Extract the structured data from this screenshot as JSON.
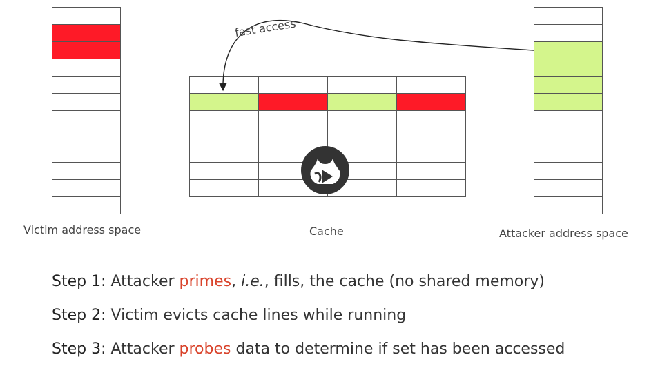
{
  "diagram": {
    "victim": {
      "caption": "Victim address space",
      "rows": 12,
      "evicted_rows": [
        1,
        2
      ]
    },
    "cache": {
      "caption": "Cache",
      "cols": 4,
      "rows": 7,
      "highlight_row": 1,
      "highlight_colors": [
        "green",
        "red",
        "green",
        "red"
      ]
    },
    "attacker": {
      "caption": "Attacker address space",
      "rows": 12,
      "primed_rows": [
        2,
        3,
        4,
        5
      ]
    },
    "arrow_label": "fast access",
    "colors": {
      "red": "#fe1a27",
      "green": "#d4f58c",
      "border": "#555555",
      "highlight_text": "#d9432b"
    },
    "play_icon": "video-play-icon"
  },
  "steps": [
    {
      "label": "Step 1:",
      "pre": "Attacker",
      "hl": "primes",
      "mid": ",",
      "it": "i.e.",
      "post": ", fills, the cache (no shared memory)"
    },
    {
      "label": "Step 2:",
      "pre": "Victim evicts cache lines while running",
      "hl": "",
      "mid": "",
      "it": "",
      "post": ""
    },
    {
      "label": "Step 3:",
      "pre": "Attacker",
      "hl": "probes",
      "mid": "",
      "it": "",
      "post": " data to determine if set has been accessed"
    }
  ]
}
